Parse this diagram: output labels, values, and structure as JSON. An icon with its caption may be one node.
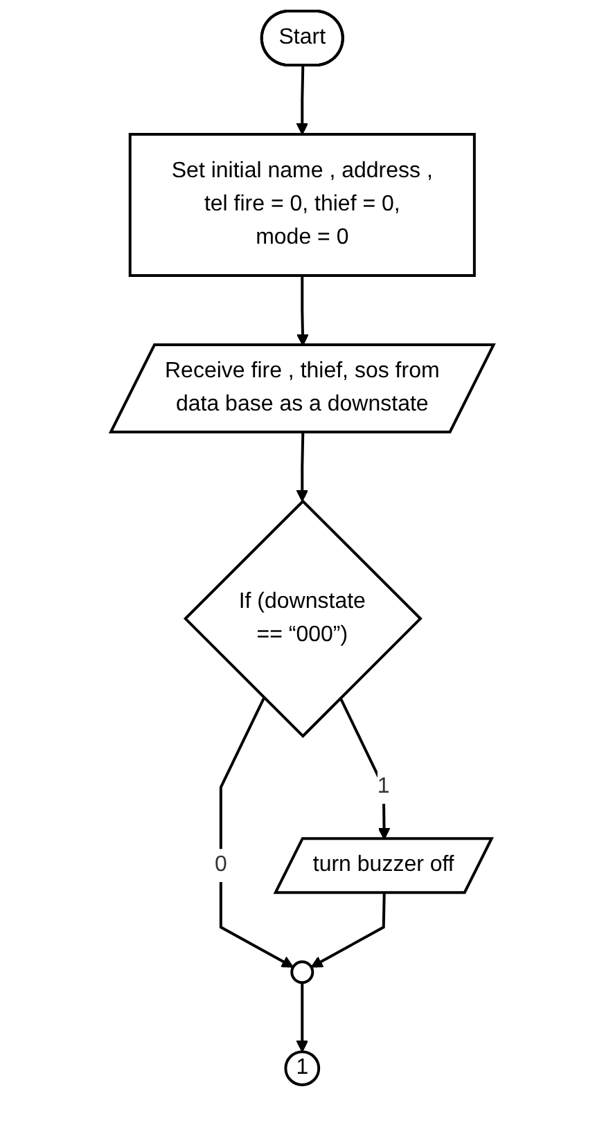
{
  "diagram": {
    "nodes": [
      {
        "text": [
          "Start"
        ]
      },
      {
        "text": [
          "Set initial name , address , tel fire = 0, thief = 0, mode = 0"
        ]
      },
      {
        "text": [
          "Receive fire , thief, sos from data base as a downstate"
        ]
      },
      {
        "text": [
          "If (downstate == “000”)"
        ]
      },
      {
        "text": [
          "turn buzzer off"
        ]
      },
      {
        "text": [],
        "shape": "circle"
      },
      {
        "text": [
          "1"
        ]
      }
    ],
    "edges": [
      {
        "from": 0,
        "to": 1,
        "arrow": "to"
      },
      {
        "from": 1,
        "to": 2,
        "arrow": "to"
      },
      {
        "from": 2,
        "to": 3,
        "arrow": "to"
      },
      {
        "from": 3,
        "to": 4,
        "arrow": "to",
        "label": "1"
      },
      {
        "from": 3,
        "to": 5,
        "arrow": "to",
        "label": "0"
      },
      {
        "from": 4,
        "to": 5,
        "arrow": "to"
      },
      {
        "from": 5,
        "to": 6,
        "arrow": "to"
      }
    ]
  }
}
